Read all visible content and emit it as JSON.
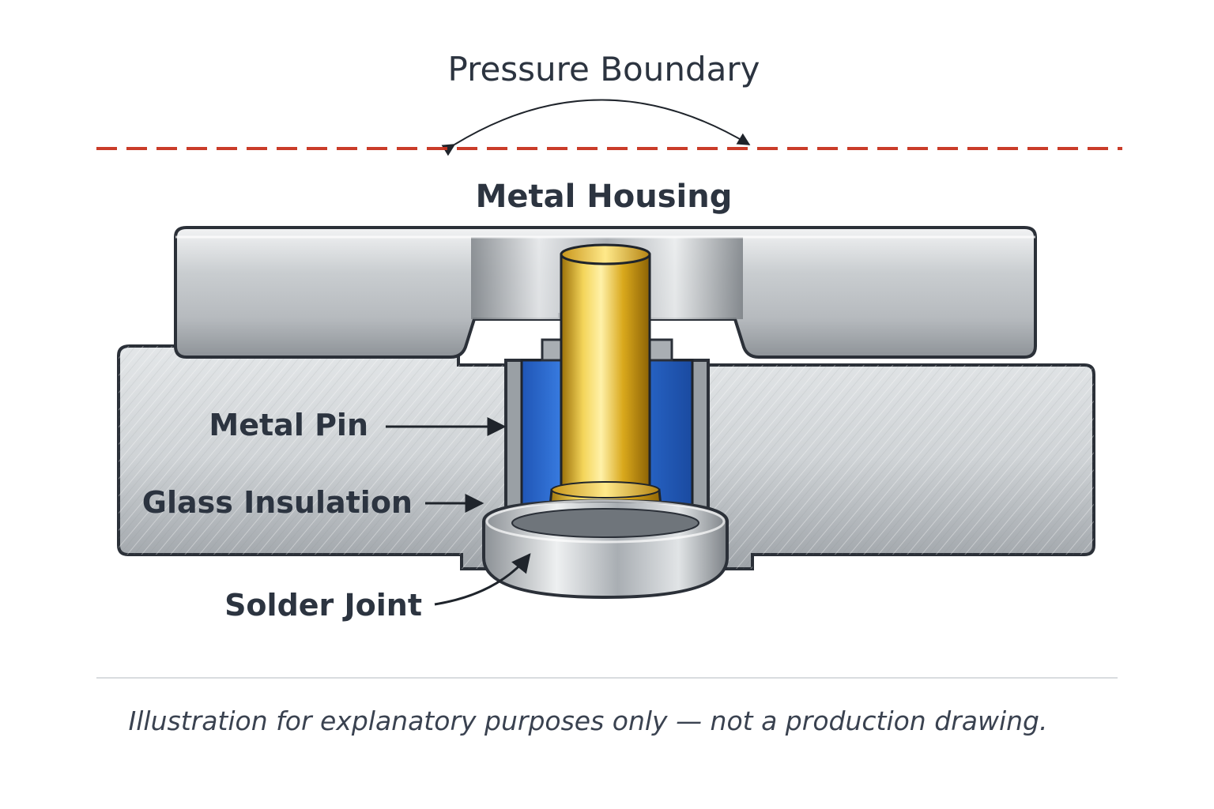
{
  "labels": {
    "pressure_boundary": "Pressure Boundary",
    "metal_housing": "Metal Housing",
    "metal_pin": "Metal Pin",
    "glass_insulation": "Glass Insulation",
    "solder_joint": "Solder Joint"
  },
  "disclaimer": "Illustration for explanatory purposes only — not a production drawing.",
  "colors": {
    "boundary_line": "#c8321e",
    "metal": "#b9bec3",
    "pin_gold": "#d9a81c",
    "glass_blue": "#2f6fd8",
    "outline": "#2b3038",
    "text": "#2c3440"
  }
}
